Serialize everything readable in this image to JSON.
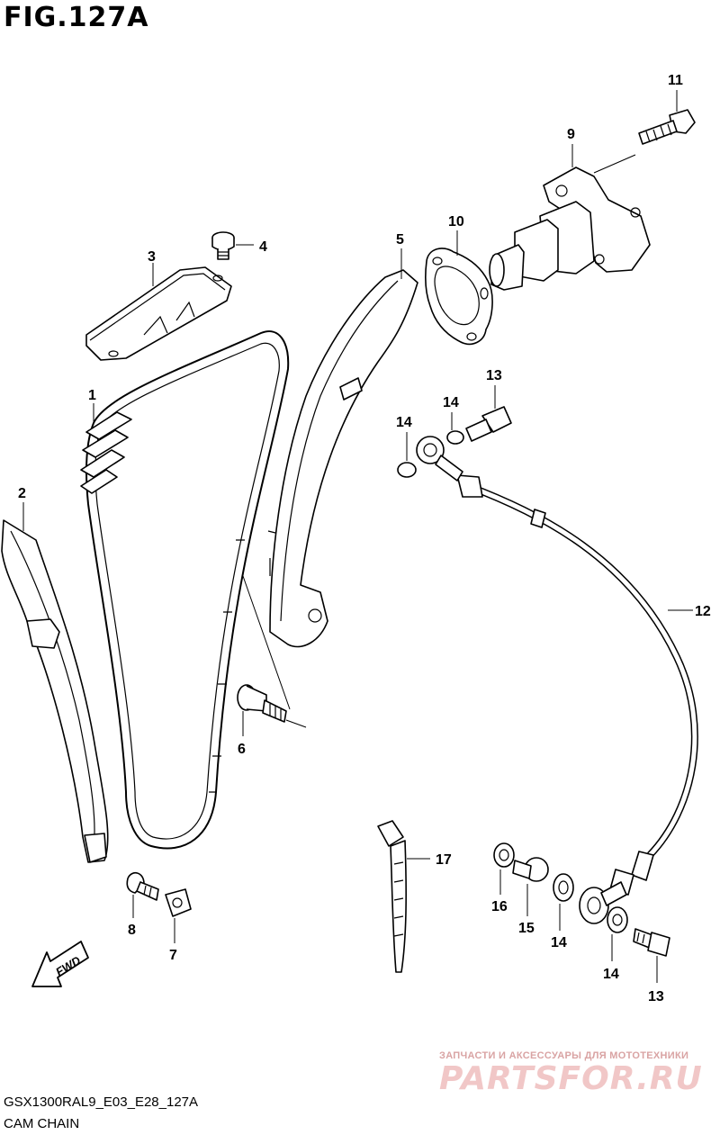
{
  "figure": {
    "title": "FIG.127A",
    "code": "GSX1300RAL9_E03_E28_127A",
    "name": "CAM CHAIN"
  },
  "callouts": [
    "1",
    "2",
    "3",
    "4",
    "5",
    "6",
    "7",
    "8",
    "9",
    "10",
    "11",
    "12",
    "13",
    "13",
    "14",
    "14",
    "14",
    "14",
    "15",
    "16",
    "17"
  ],
  "fwd_label": "FWD",
  "watermark": {
    "tagline": "ЗАПЧАСТИ И АКСЕССУАРЫ ДЛЯ МОТОТЕХНИКИ",
    "logo": "PARTSFOR.RU",
    "color": "#e8a0a0"
  }
}
